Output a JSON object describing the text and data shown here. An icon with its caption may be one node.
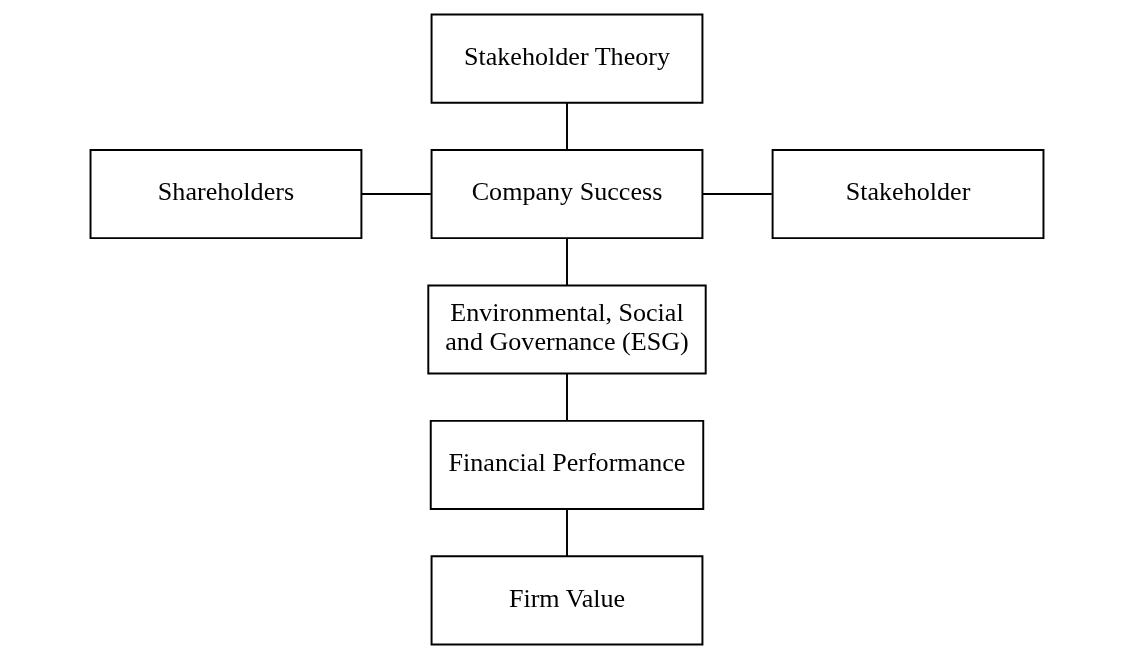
{
  "diagram": {
    "nodes": [
      {
        "text": [
          "Stakeholder Theory"
        ]
      },
      {
        "text": [
          "Shareholders"
        ]
      },
      {
        "text": [
          "Company Success"
        ]
      },
      {
        "text": [
          "Stakeholder"
        ]
      },
      {
        "text": [
          "Environmental, Social and Governance (ESG)"
        ]
      },
      {
        "text": [
          "Financial Performance"
        ]
      },
      {
        "text": [
          "Firm Value"
        ]
      }
    ],
    "edges": [
      {
        "from": 0,
        "to": 2,
        "arrow": "none"
      },
      {
        "from": 1,
        "to": 2,
        "arrow": "none"
      },
      {
        "from": 2,
        "to": 3,
        "arrow": "none"
      },
      {
        "from": 2,
        "to": 4,
        "arrow": "none"
      },
      {
        "from": 4,
        "to": 5,
        "arrow": "none"
      },
      {
        "from": 5,
        "to": 6,
        "arrow": "none"
      }
    ]
  }
}
